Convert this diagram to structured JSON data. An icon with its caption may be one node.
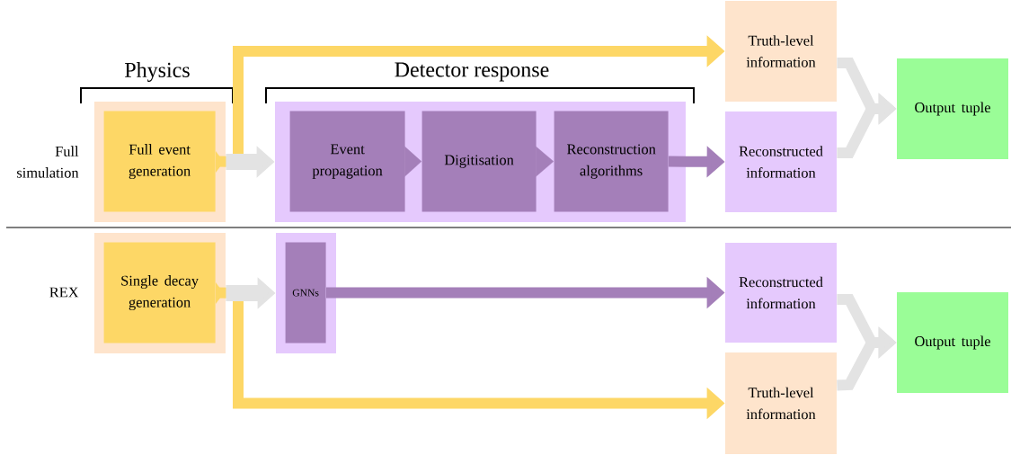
{
  "diagram": {
    "nodes": [
      {
        "text": [],
        "shape": "box"
      },
      {
        "text": [
          "Full event generation"
        ],
        "in": 0
      },
      {
        "text": [],
        "shape": "box"
      },
      {
        "text": [
          "Event propagation"
        ],
        "in": 2
      },
      {
        "text": [
          "Digitisation"
        ],
        "in": 2
      },
      {
        "text": [
          "Reconstruction algorithms"
        ],
        "in": 2
      },
      {
        "text": [
          "Truth-level information"
        ]
      },
      {
        "text": [
          "Reconstructed information"
        ]
      },
      {
        "text": [
          "Output tuple"
        ]
      },
      {
        "text": [],
        "shape": "box"
      },
      {
        "text": [
          "Single decay generation"
        ],
        "in": 9
      },
      {
        "text": [],
        "shape": "box"
      },
      {
        "text": [
          "GNNs"
        ],
        "in": 11
      },
      {
        "text": [
          "Reconstructed information"
        ]
      },
      {
        "text": [
          "Truth-level information"
        ]
      },
      {
        "text": [
          "Output tuple"
        ]
      }
    ],
    "edges": [
      {
        "from": 0,
        "to": 2,
        "arrow": "to"
      },
      {
        "from": 1,
        "to": 6,
        "arrow": "to",
        "color": "#fdd766"
      },
      {
        "from": 3,
        "to": 4,
        "arrow": "to",
        "color": "#a47fb9"
      },
      {
        "from": 4,
        "to": 5,
        "arrow": "to",
        "color": "#a47fb9"
      },
      {
        "from": 5,
        "to": 7,
        "arrow": "to",
        "color": "#a47fb9"
      },
      {
        "from": 6,
        "to": 8,
        "arrow": "to"
      },
      {
        "from": 7,
        "to": 8,
        "arrow": "to"
      },
      {
        "from": 9,
        "to": 11,
        "arrow": "to"
      },
      {
        "from": 12,
        "to": 13,
        "arrow": "to",
        "color": "#a47fb9"
      },
      {
        "from": 10,
        "to": 14,
        "arrow": "to",
        "color": "#fdd766"
      },
      {
        "from": 13,
        "to": 15,
        "arrow": "to"
      },
      {
        "from": 14,
        "to": 15,
        "arrow": "to"
      }
    ],
    "labels": [
      "Physics",
      "Detector response",
      "Full simulation",
      "REX"
    ]
  }
}
